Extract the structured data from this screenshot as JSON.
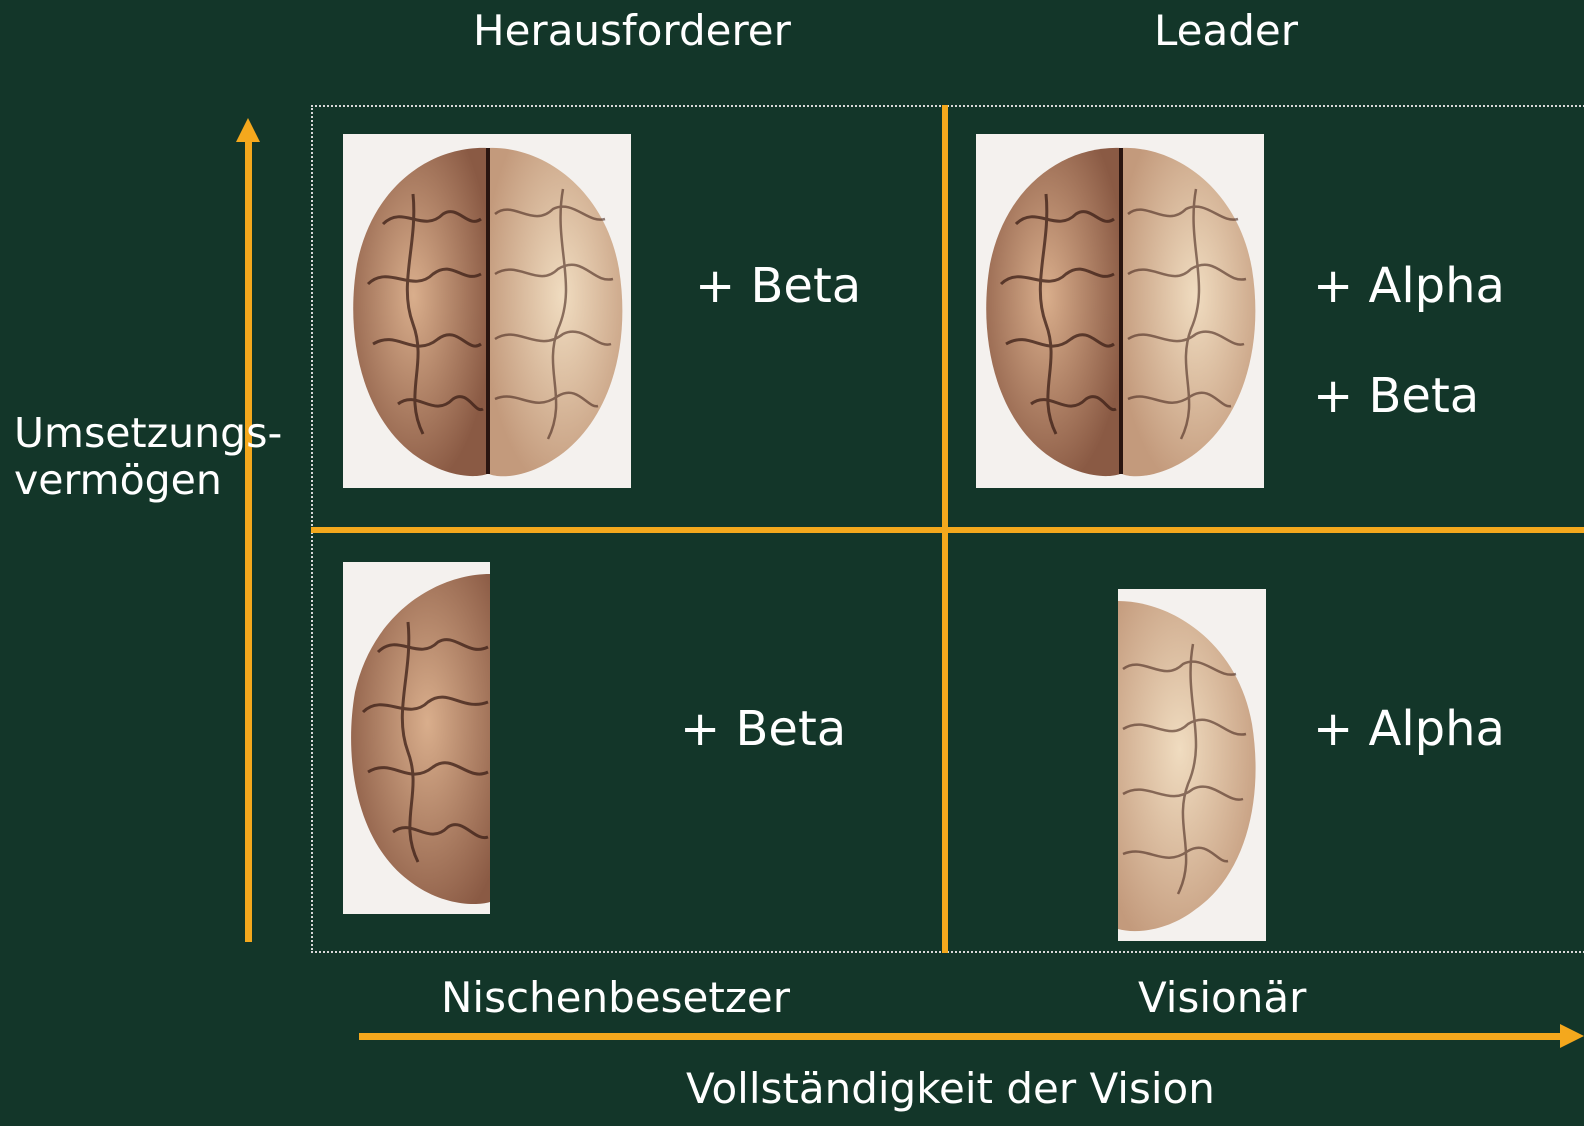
{
  "quadrants": {
    "top_left": {
      "title": "Herausforderer",
      "items": [
        "+ Beta"
      ],
      "image": "brain-full-icon"
    },
    "top_right": {
      "title": "Leader",
      "items": [
        "+ Alpha",
        "+ Beta"
      ],
      "image": "brain-full-icon"
    },
    "bottom_left": {
      "title": "Nischenbesetzer",
      "items": [
        "+ Beta"
      ],
      "image": "brain-left-half-icon"
    },
    "bottom_right": {
      "title": "Visionär",
      "items": [
        "+ Alpha"
      ],
      "image": "brain-right-half-icon"
    }
  },
  "axes": {
    "y_label_line1": "Umsetzungs-",
    "y_label_line2": "vermögen",
    "x_label": "Vollständigkeit der Vision"
  },
  "colors": {
    "background": "#133629",
    "accent": "#f4a81d",
    "text": "#ffffff"
  }
}
